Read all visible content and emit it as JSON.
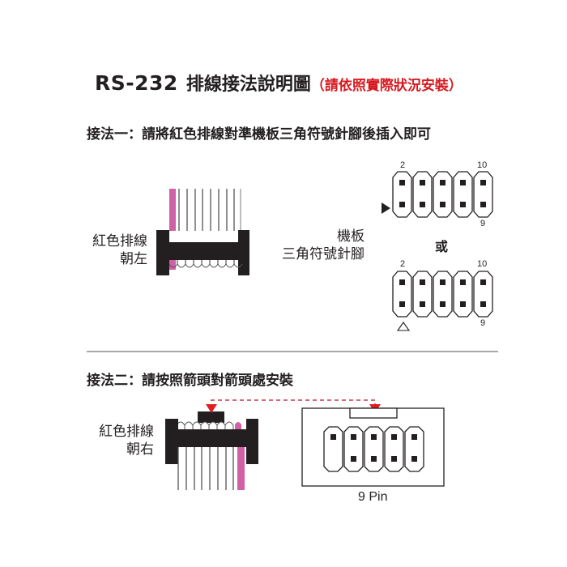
{
  "title": {
    "model": "RS-232",
    "main": "排線接法說明圖",
    "note": "（請依照實際狀況安裝）",
    "note_color": "#d7191f"
  },
  "method1": {
    "heading": "接法一：請將紅色排線對準機板三角符號針腳後插入即可",
    "cable_label_line1": "紅色排線",
    "cable_label_line2": "朝左",
    "board_label_line1": "機板",
    "board_label_line2": "三角符號針腳",
    "or_text": "或",
    "header_a": {
      "label_top_left": "2",
      "label_top_right": "10",
      "label_bottom_right": "9",
      "marker": "filled-triangle-left"
    },
    "header_b": {
      "label_top_left": "2",
      "label_top_right": "10",
      "label_bottom_right": "9",
      "marker": "outline-triangle-below"
    }
  },
  "method2": {
    "heading": "接法二：請按照箭頭對箭頭處安裝",
    "cable_label_line1": "紅色排線",
    "cable_label_line2": "朝右",
    "pin_caption": "9 Pin"
  },
  "colors": {
    "connector_black": "#231f20",
    "red_wire": "#d061a6",
    "arrow_red": "#e21c23",
    "dash_red": "#c33a4a",
    "divider": "#a7a7a7"
  }
}
